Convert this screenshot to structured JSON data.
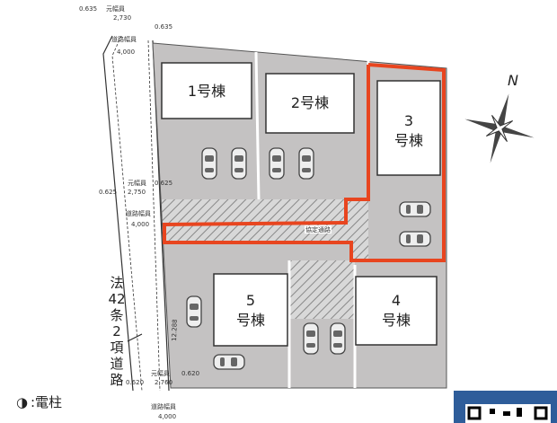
{
  "lots": [
    {
      "label": "1号棟"
    },
    {
      "label": "2号棟"
    },
    {
      "label_line1": "3",
      "label_line2": "号棟",
      "highlighted": true
    },
    {
      "label_line1": "4",
      "label_line2": "号棟"
    },
    {
      "label_line1": "5",
      "label_line2": "号棟"
    }
  ],
  "shared_path_label": "協定通路",
  "road": {
    "name_chars": [
      "法",
      "42",
      "条",
      "2",
      "項",
      "道",
      "路"
    ],
    "dimensions_top": {
      "offset_left": "0.635",
      "current_width_label": "元幅員",
      "current_width": "2,730",
      "offset_right": "0.635",
      "road_width_label": "道路幅員",
      "road_width": "4,000"
    },
    "dimensions_mid": {
      "offset_left": "0.625",
      "current_width_label": "元幅員",
      "current_width": "2,750",
      "offset_right": "0.625",
      "road_width_label": "道路幅員",
      "road_width": "4,000"
    },
    "dimensions_bottom": {
      "offset_left": "0.620",
      "current_width_label": "元幅員",
      "current_width": "2,760",
      "offset_right": "0.620",
      "road_width_label": "道路幅員",
      "road_width": "4,000"
    },
    "frontage_length": "12.288"
  },
  "legend": {
    "symbol": "◑",
    "text": ":電柱"
  },
  "compass": {
    "label": "N"
  },
  "colors": {
    "highlight": "#e8451f",
    "lot": "#bdbbbb",
    "building": "#ffffff",
    "qr_frame": "#2e5d9a"
  }
}
